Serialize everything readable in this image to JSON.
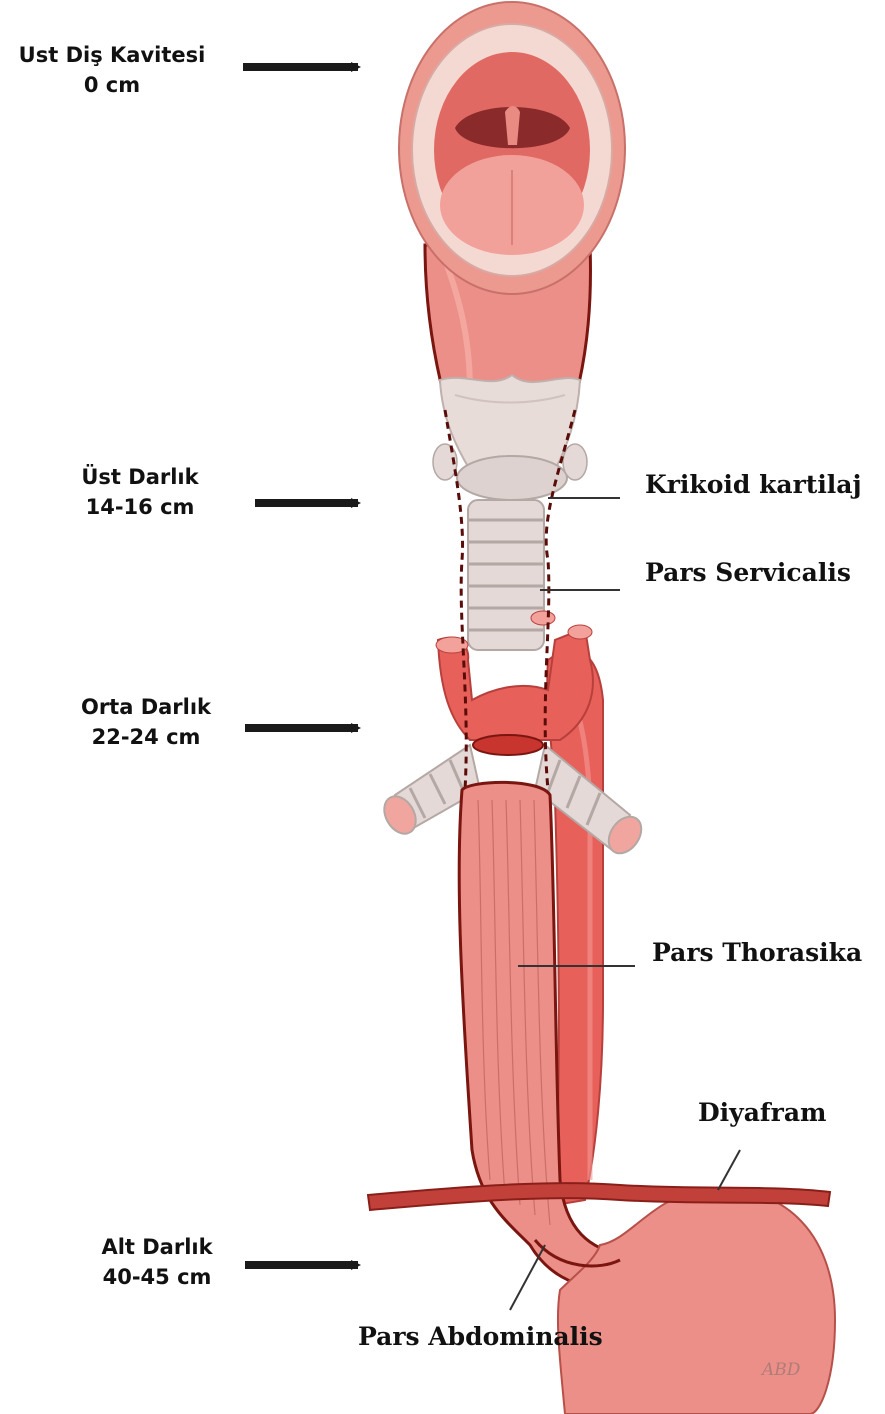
{
  "levels": [
    {
      "name": "Ust Diş Kavitesi",
      "distance": "0 cm"
    },
    {
      "name": "Üst Darlık",
      "distance": "14-16 cm"
    },
    {
      "name": "Orta Darlık",
      "distance": "22-24 cm"
    },
    {
      "name": "Alt Darlık",
      "distance": "40-45 cm"
    }
  ],
  "structures": {
    "krikoid": "Krikoid kartilaj",
    "servicalis": "Pars Servicalis",
    "thorasika": "Pars Thorasika",
    "diyafram": "Diyafram",
    "abdominalis": "Pars Abdominalis"
  },
  "signature": "ABD",
  "colors": {
    "tissue": "#ec8f88",
    "tissue_dark": "#c95b58",
    "aorta": "#e8605a",
    "cartilage": "#e4d9d6",
    "outline": "#7a1510",
    "arrow": "#1a1a1a"
  }
}
